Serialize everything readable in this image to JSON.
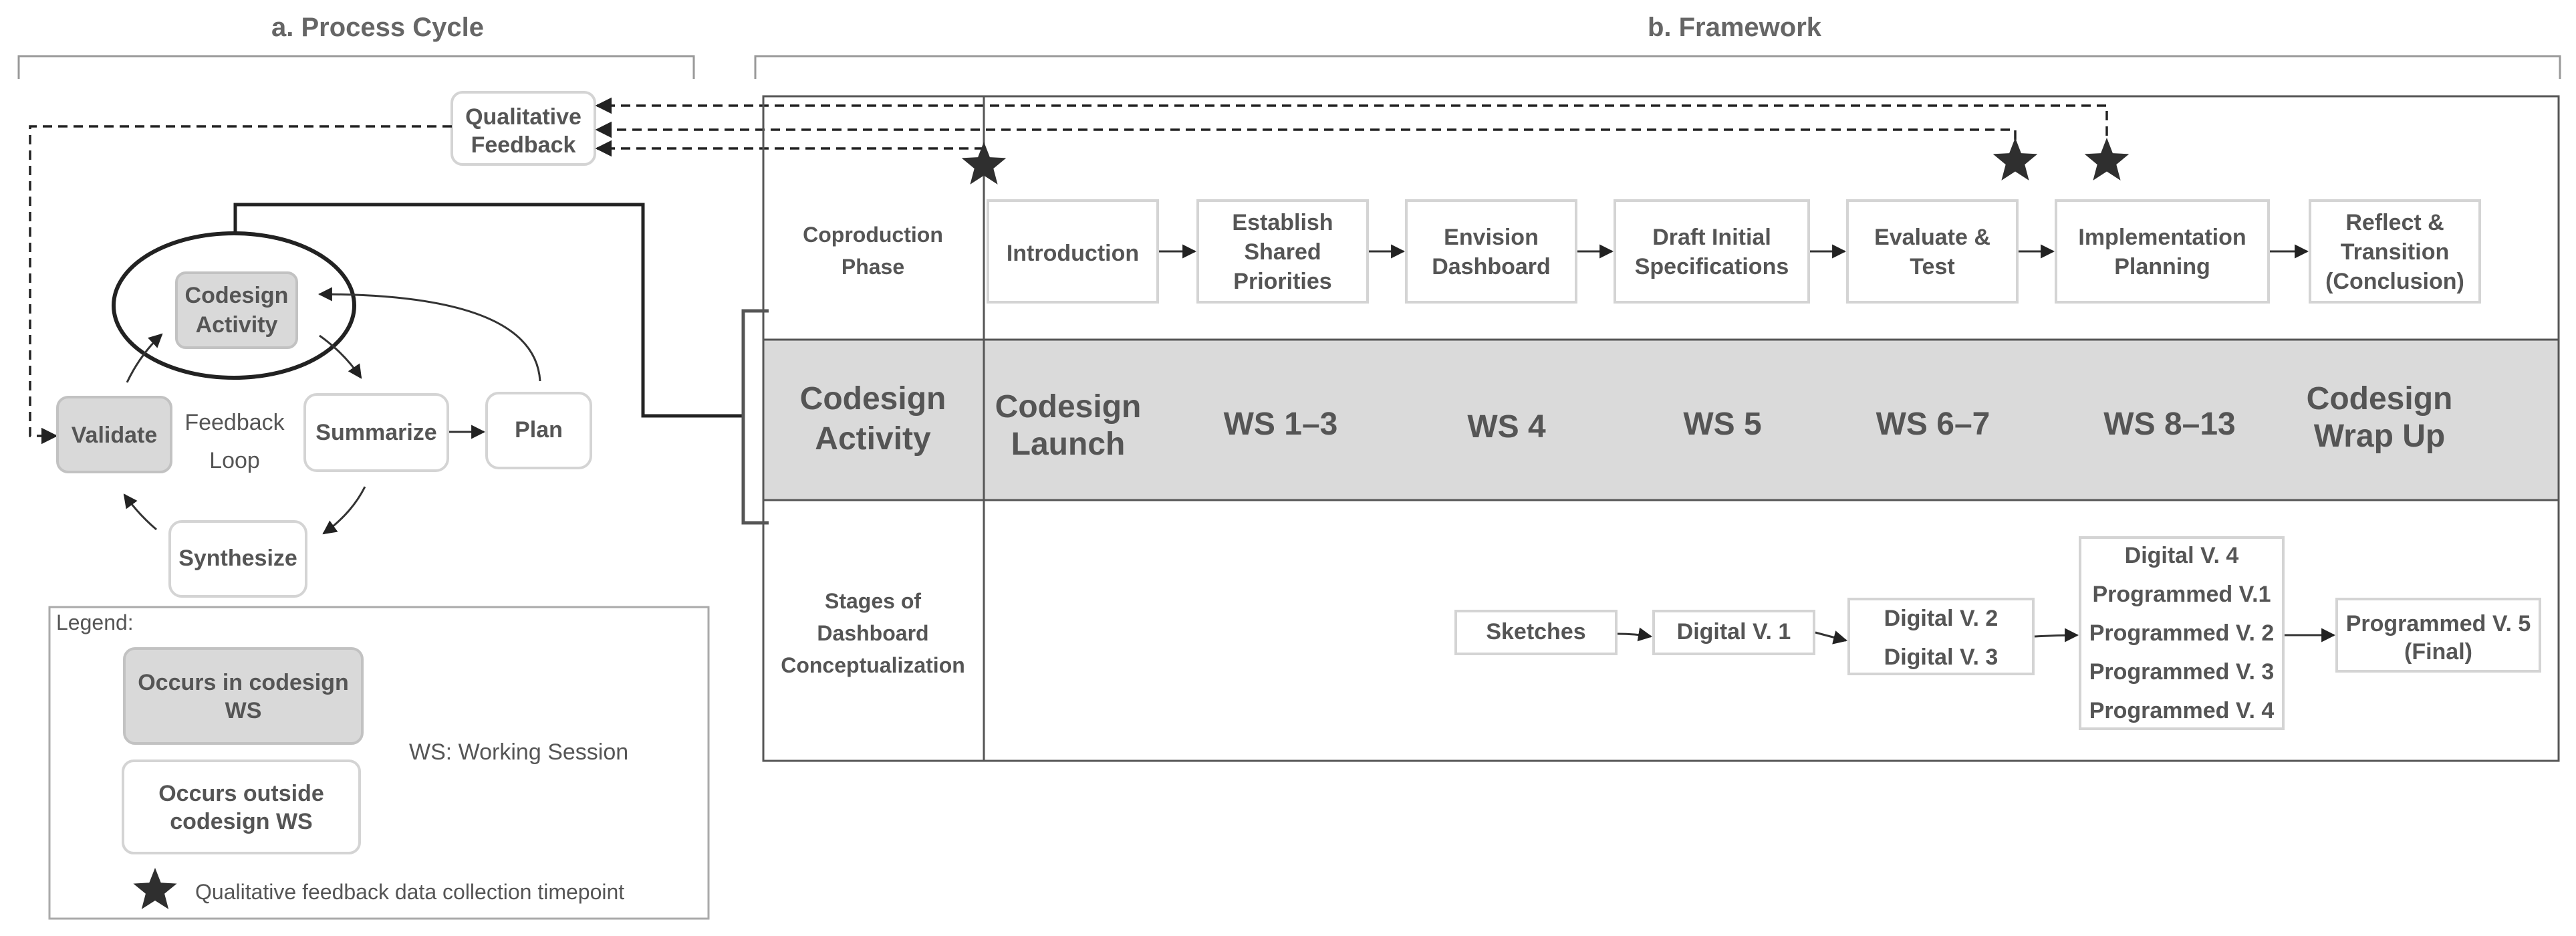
{
  "titles": {
    "process_cycle": "a. Process Cycle",
    "framework": "b. Framework"
  },
  "cycle": {
    "qualitative_feedback": [
      "Qualitative",
      "Feedback"
    ],
    "codesign_activity": [
      "Codesign",
      "Activity"
    ],
    "validate": "Validate",
    "feedback_loop": [
      "Feedback",
      "Loop"
    ],
    "summarize": "Summarize",
    "plan": "Plan",
    "synthesize": "Synthesize"
  },
  "legend": {
    "title": "Legend:",
    "occurs_in": [
      "Occurs in codesign",
      "WS"
    ],
    "occurs_outside": [
      "Occurs outside",
      "codesign WS"
    ],
    "ws_note": "WS: Working Session",
    "star_note": "Qualitative feedback data collection timepoint"
  },
  "framework": {
    "rows": {
      "coproduction": [
        "Coproduction",
        "Phase"
      ],
      "activity": [
        "Codesign",
        "Activity"
      ],
      "stages": [
        "Stages of",
        "Dashboard",
        "Conceptualization"
      ]
    },
    "phases": [
      [
        "Introduction"
      ],
      [
        "Establish",
        "Shared",
        "Priorities"
      ],
      [
        "Envision",
        "Dashboard"
      ],
      [
        "Draft Initial",
        "Specifications"
      ],
      [
        "Evaluate &",
        "Test"
      ],
      [
        "Implementation",
        "Planning"
      ],
      [
        "Reflect &",
        "Transition",
        "(Conclusion)"
      ]
    ],
    "activities": [
      [
        "Codesign",
        "Launch"
      ],
      [
        "WS 1–3"
      ],
      [
        "WS 4"
      ],
      [
        "WS 5"
      ],
      [
        "WS 6–7"
      ],
      [
        "WS 8–13"
      ],
      [
        "Codesign",
        "Wrap Up"
      ]
    ],
    "stages": [
      [
        "Sketches"
      ],
      [
        "Digital V. 1"
      ],
      [
        "Digital V. 2",
        "Digital V. 3"
      ],
      [
        "Digital V. 4",
        "Programmed V.1",
        "Programmed V. 2",
        "Programmed V. 3",
        "Programmed V. 4"
      ],
      [
        "Programmed V. 5",
        "(Final)"
      ]
    ]
  },
  "colors": {
    "gray_fill": "#d9d9d9",
    "band_fill": "#dadada",
    "border": "#d4d4d4",
    "line": "#222222",
    "text": "#555555"
  }
}
